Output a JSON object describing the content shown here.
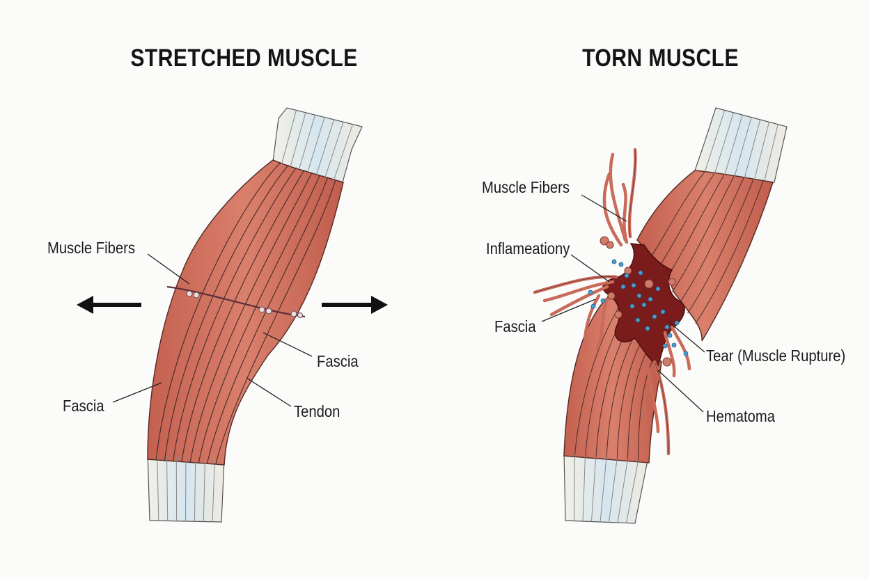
{
  "panels": {
    "stretched": {
      "title": "STRETCHED MUSCLE",
      "labels": {
        "muscle_fibers": "Muscle Fibers",
        "fascia_right": "Fascia",
        "fascia_left": "Fascia",
        "tendon": "Tendon"
      }
    },
    "torn": {
      "title": "TORN MUSCLE",
      "labels": {
        "muscle_fibers": "Muscle Fibers",
        "inflammation": "Inflameationy",
        "fascia": "Fascia",
        "tear": "Tear (Muscle Rupture)",
        "hematoma": "Hematoma"
      }
    }
  },
  "colors": {
    "muscle": "#cf6b5a",
    "muscle_dark": "#b95546",
    "fiber_line": "#3a2220",
    "tendon": "#eeeae0",
    "tendon_blue": "#d3e4ee",
    "hematoma": "#7a1c1c",
    "fluid_dots": "#4a9ed0",
    "arrow": "#111111",
    "leader_line": "#222222"
  }
}
